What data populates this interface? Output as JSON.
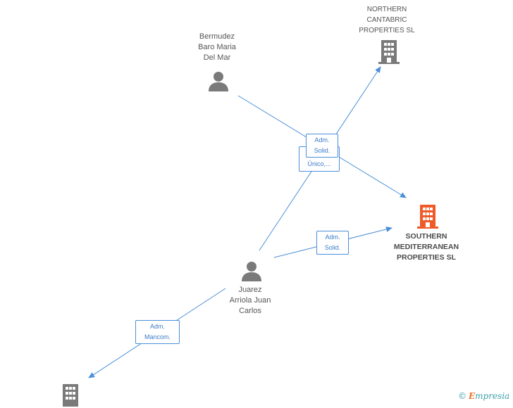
{
  "nodes": {
    "bermudez": {
      "label": "Bermudez\nBaro Maria\nDel Mar",
      "icon": "person-icon"
    },
    "northern": {
      "label": "NORTHERN\nCANTABRIC\nPROPERTIES SL",
      "icon": "building-icon"
    },
    "southern": {
      "label": "SOUTHERN\nMEDITERRANEAN\nPROPERTIES SL",
      "icon": "building-icon",
      "color": "#f05a28"
    },
    "juarez": {
      "label": "Juarez\nArriola Juan\nCarlos",
      "icon": "person-icon"
    },
    "bottom_company": {
      "icon": "building-icon"
    }
  },
  "edge_labels": {
    "adm_solid_top": "Adm.\nSolid.",
    "unico": "Único,...",
    "adm_solid_right": "Adm.\nSolid.",
    "adm_mancom": "Adm.\nMancom."
  },
  "colors": {
    "edge": "#4a8fd8",
    "icon_gray": "#7a7a7a",
    "icon_orange": "#f05a28"
  },
  "brand": {
    "copyright": "©",
    "e": "E",
    "rest": "mpresia"
  }
}
